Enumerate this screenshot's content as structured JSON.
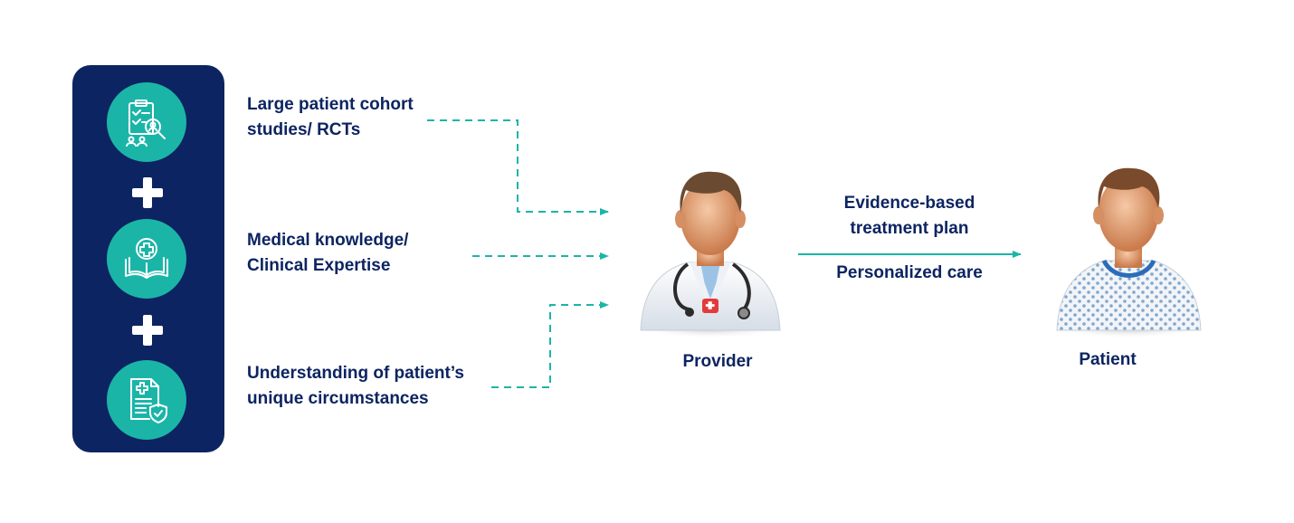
{
  "inputs": [
    {
      "line1": "Large patient cohort",
      "line2": "studies/ RCTs",
      "icon": "clipboard-research-icon"
    },
    {
      "line1": "Medical knowledge/",
      "line2": "Clinical Expertise",
      "icon": "medical-book-icon"
    },
    {
      "line1": "Understanding of patient’s",
      "line2": "unique circumstances",
      "icon": "medical-document-shield-icon"
    }
  ],
  "provider": {
    "label": "Provider",
    "icon": "doctor-icon"
  },
  "outcome": {
    "line1": "Evidence-based",
    "line2": "treatment plan",
    "line3": "Personalized care"
  },
  "patient": {
    "label": "Patient",
    "icon": "patient-icon"
  },
  "colors": {
    "panel": "#0c2461",
    "icon_circle": "#1bb5a8",
    "text": "#0c2461",
    "arrow": "#1bb5a8"
  }
}
